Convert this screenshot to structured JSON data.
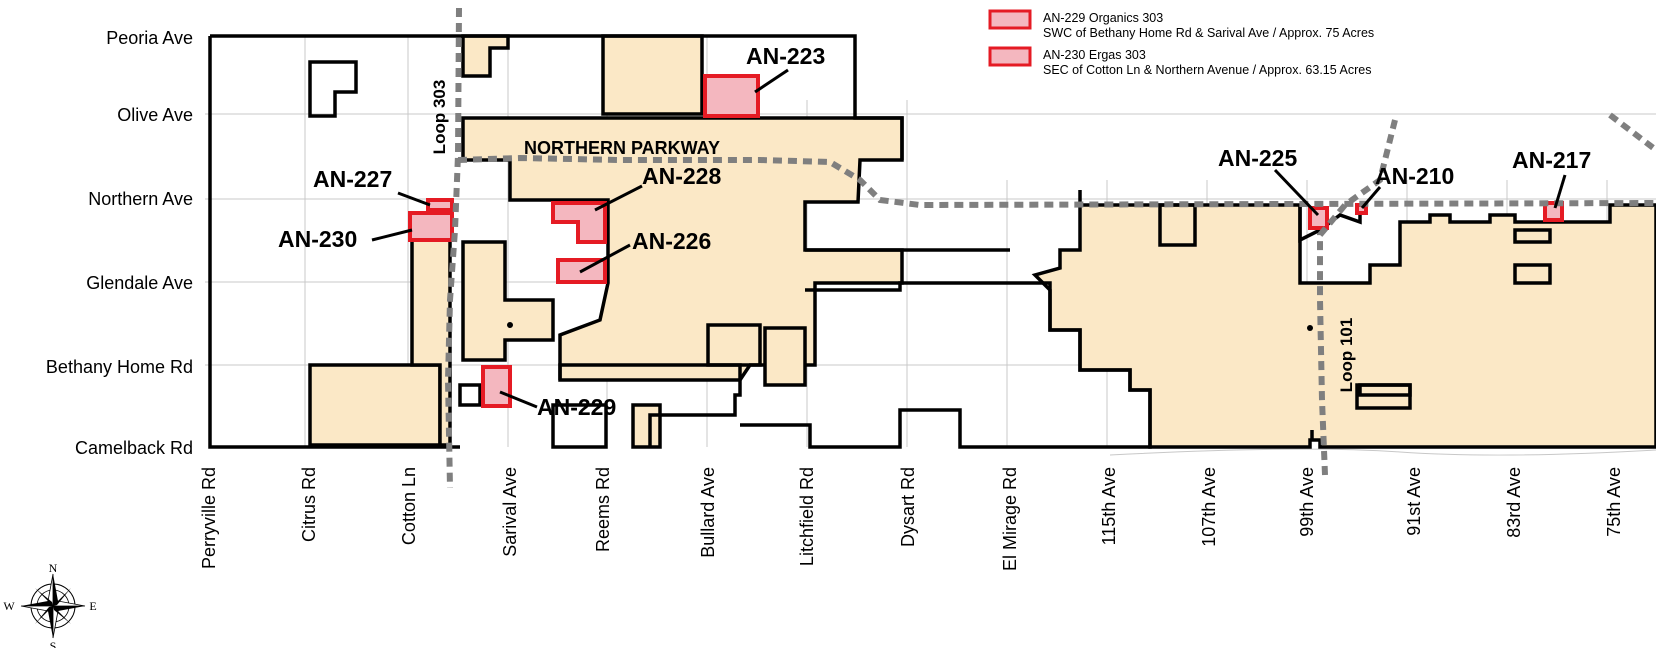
{
  "legend": [
    {
      "title": "AN-229 Organics 303",
      "detail": "SWC of Bethany Home Rd & Sarival Ave / Approx. 75 Acres"
    },
    {
      "title": "AN-230 Ergas 303",
      "detail": "SEC of Cotton Ln & Northern Avenue / Approx. 63.15 Acres"
    }
  ],
  "streets_east_west": [
    "Peoria Ave",
    "Olive Ave",
    "Northern Ave",
    "Glendale Ave",
    "Bethany Home Rd",
    "Camelback Rd"
  ],
  "streets_north_south": [
    "Perryville Rd",
    "Citrus Rd",
    "Cotton Ln",
    "Sarival Ave",
    "Reems Rd",
    "Bullard Ave",
    "Litchfield Rd",
    "Dysart Rd",
    "El Mirage Rd",
    "115th Ave",
    "107th Ave",
    "99th Ave",
    "91st Ave",
    "83rd Ave",
    "75th Ave"
  ],
  "highways": {
    "loop303": "Loop 303",
    "loop101": "Loop 101",
    "northern_parkway": "NORTHERN PARKWAY"
  },
  "annexations": {
    "an223": "AN-223",
    "an225": "AN-225",
    "an210": "AN-210",
    "an217": "AN-217",
    "an227": "AN-227",
    "an228": "AN-228",
    "an230": "AN-230",
    "an226": "AN-226",
    "an229": "AN-229"
  },
  "compass": {
    "n": "N",
    "s": "S",
    "e": "E",
    "w": "W"
  },
  "colors": {
    "city_fill": "#fbe8c6",
    "annex_fill": "#f4b7bf",
    "annex_stroke": "#e51b24",
    "boundary": "#000000",
    "grid": "#c8c8c8",
    "highway": "#7f7f7f"
  }
}
